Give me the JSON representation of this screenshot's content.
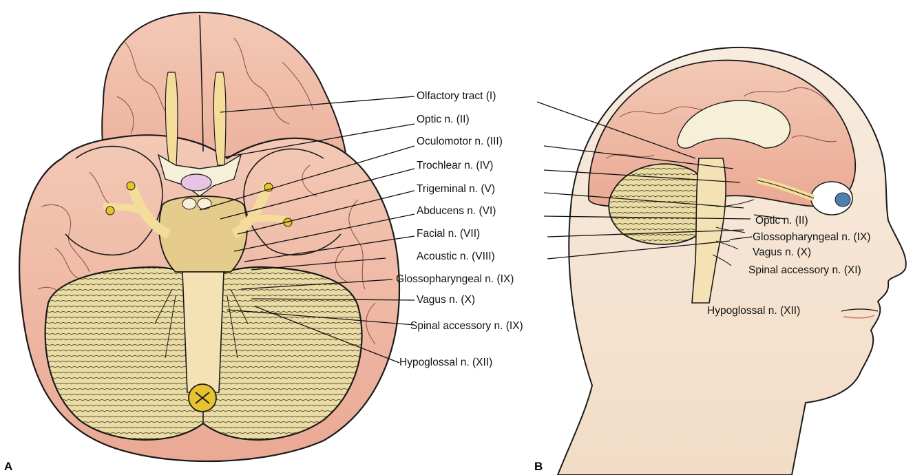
{
  "panels": {
    "a": {
      "letter": "A",
      "labels": [
        "Olfactory tract (I)",
        "Optic n. (II)",
        "Oculomotor n. (III)",
        "Trochlear n. (IV)",
        "Trigeminal n. (V)",
        "Abducens n. (VI)",
        "Facial n. (VII)",
        "Acoustic n. (VIII)",
        "Glossopharyngeal n. (IX)",
        "Vagus n. (X)",
        "Spinal accessory n. (IX)",
        "Hypoglossal n. (XII)"
      ]
    },
    "b": {
      "letter": "B",
      "labels": [
        "Optic n. (II)",
        "Glossopharyngeal n. (IX)",
        "Vagus n. (X)",
        "Spinal accessory n. (XI)",
        "Hypoglossal n. (XII)"
      ]
    }
  },
  "colors": {
    "brain": "#f2c1ad",
    "brain_shade": "#e8a58f",
    "nerve": "#f4dc9a",
    "cerebellum": "#eadba3",
    "skin": "#f6e6d6",
    "outline": "#1a1a1a"
  }
}
